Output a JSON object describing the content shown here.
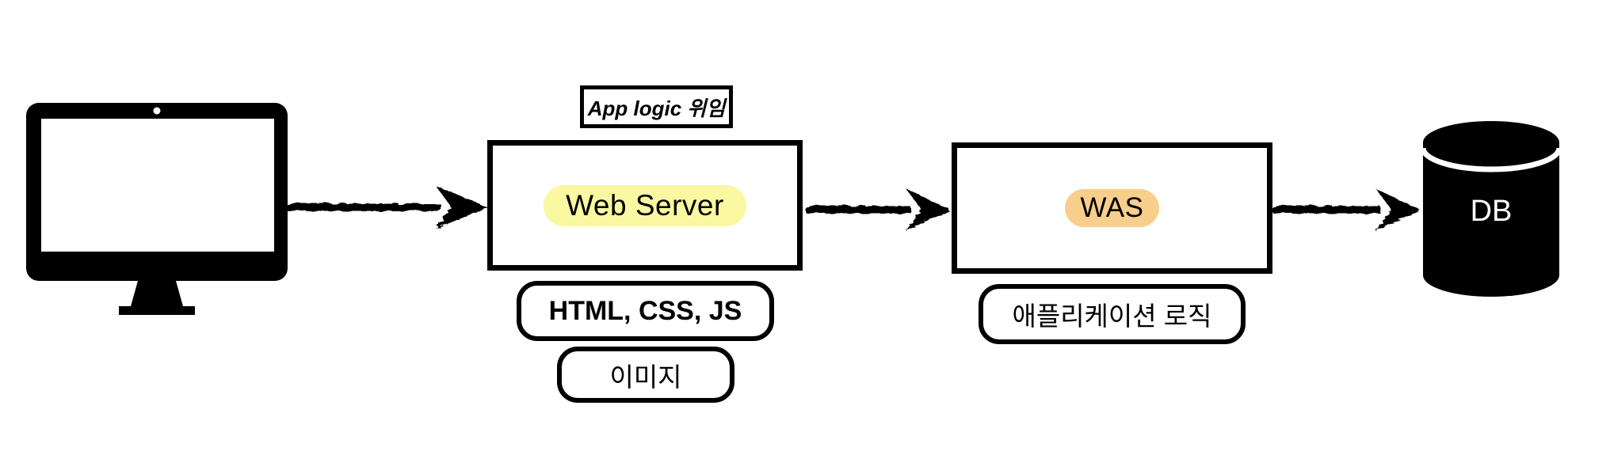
{
  "colors": {
    "background": "#FFFFFF",
    "ink": "#000000",
    "web_server_highlight": "#FAF8A0",
    "was_highlight": "#F8CE8C"
  },
  "client": {
    "icon": "desktop-monitor"
  },
  "web_server": {
    "label": "Web Server",
    "note": "App logic 위임",
    "serves": [
      {
        "label": "HTML, CSS, JS"
      },
      {
        "label": "이미지"
      }
    ]
  },
  "was": {
    "label": "WAS",
    "serves": [
      {
        "label": "애플리케이션 로직"
      }
    ]
  },
  "db": {
    "label": "DB"
  },
  "edges": [
    {
      "from": "client",
      "to": "web_server"
    },
    {
      "from": "web_server",
      "to": "was"
    },
    {
      "from": "was",
      "to": "db"
    }
  ]
}
